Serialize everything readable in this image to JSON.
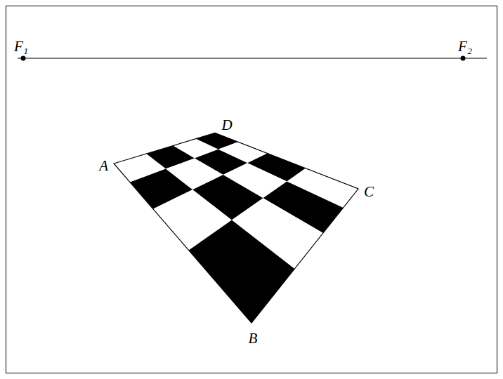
{
  "diagram": {
    "labels": [
      "F₁",
      "F₂",
      "A",
      "B",
      "C",
      "D"
    ]
  }
}
